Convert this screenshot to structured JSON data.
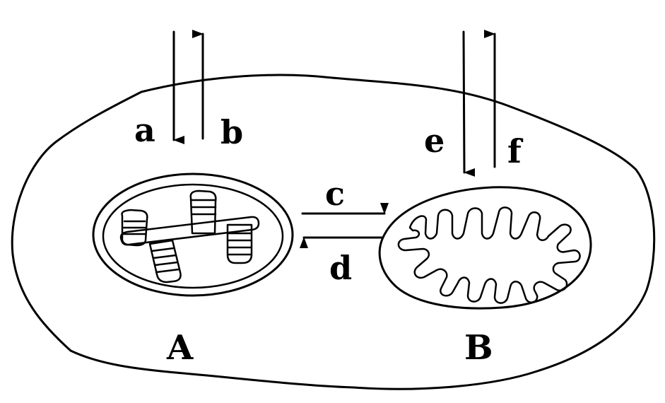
{
  "diagram": {
    "labels": {
      "a": "a",
      "b": "b",
      "c": "c",
      "d": "d",
      "e": "e",
      "f": "f",
      "A": "A",
      "B": "B"
    },
    "colors": {
      "ink": "#000000",
      "background": "#ffffff"
    }
  }
}
